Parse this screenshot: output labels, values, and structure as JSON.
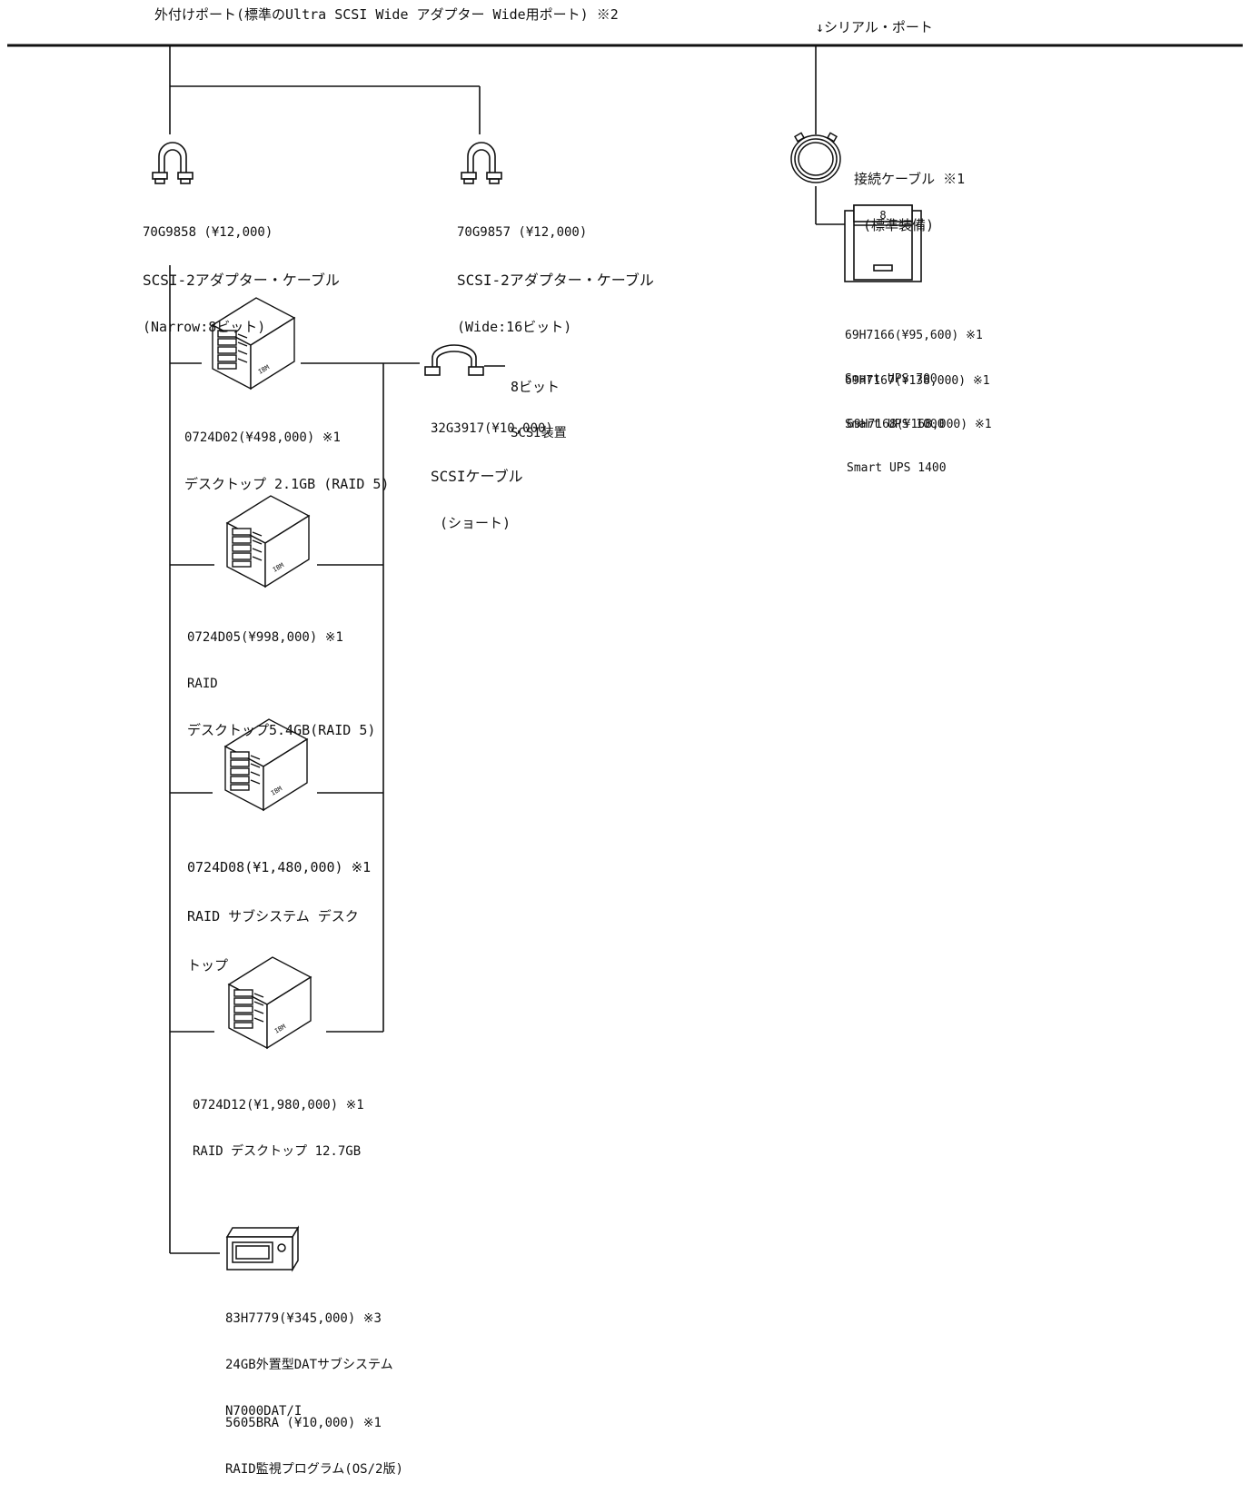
{
  "top_labels": {
    "external_port": "外付けポート(標準のUltra SCSI Wide アダプター Wide用ポート) ※2",
    "serial_port": "↓シリアル・ポート"
  },
  "cables": {
    "narrow": {
      "line1": "70G9858 (¥12,000)",
      "line2": "SCSI-2アダプター・ケーブル",
      "line3": "(Narrow:8ビット)"
    },
    "wide": {
      "line1": "70G9857 (¥12,000)",
      "line2": "SCSI-2アダプター・ケーブル",
      "line3": "(Wide:16ビット)"
    },
    "serial": {
      "line1": "接続ケーブル ※1",
      "line2": "(標準装備)"
    },
    "short": {
      "line1": "32G3917(¥10,000)",
      "line2": "SCSIケーブル",
      "line3": "(ショート)"
    },
    "eight_bit": {
      "line1": "8ビット",
      "line2": "SCSI装置"
    }
  },
  "ups": [
    {
      "id": "69H7166(¥95,600) ※1",
      "name": "Smart UPS 700"
    },
    {
      "id": "69H7167(¥138,000) ※1",
      "name": "Smart UPS 1000"
    },
    {
      "id": "69H7168(¥168,000) ※1",
      "name": "Smart UPS 1400"
    }
  ],
  "raid": [
    {
      "line1": "0724D02(¥498,000) ※1",
      "line2": "デスクトップ 2.1GB (RAID 5)",
      "line3": ""
    },
    {
      "line1": "0724D05(¥998,000) ※1",
      "line2": "RAID",
      "line3": "デスクトップ5.4GB(RAID 5)"
    },
    {
      "line1": "0724D08(¥1,480,000) ※1",
      "line2": "RAID サブシステム デスク",
      "line3": "トップ"
    },
    {
      "line1": "0724D12(¥1,980,000) ※1",
      "line2": "RAID デスクトップ 12.7GB",
      "line3": ""
    }
  ],
  "dat": {
    "line1": "83H7779(¥345,000) ※3",
    "line2": "24GB外置型DATサブシステム",
    "line3": "N7000DAT/I"
  },
  "software": {
    "line1": "5605BRA (¥10,000) ※1",
    "line2": "RAID監視プログラム(OS/2版)"
  },
  "tower_brand": "IBM",
  "ups_badge": "8"
}
